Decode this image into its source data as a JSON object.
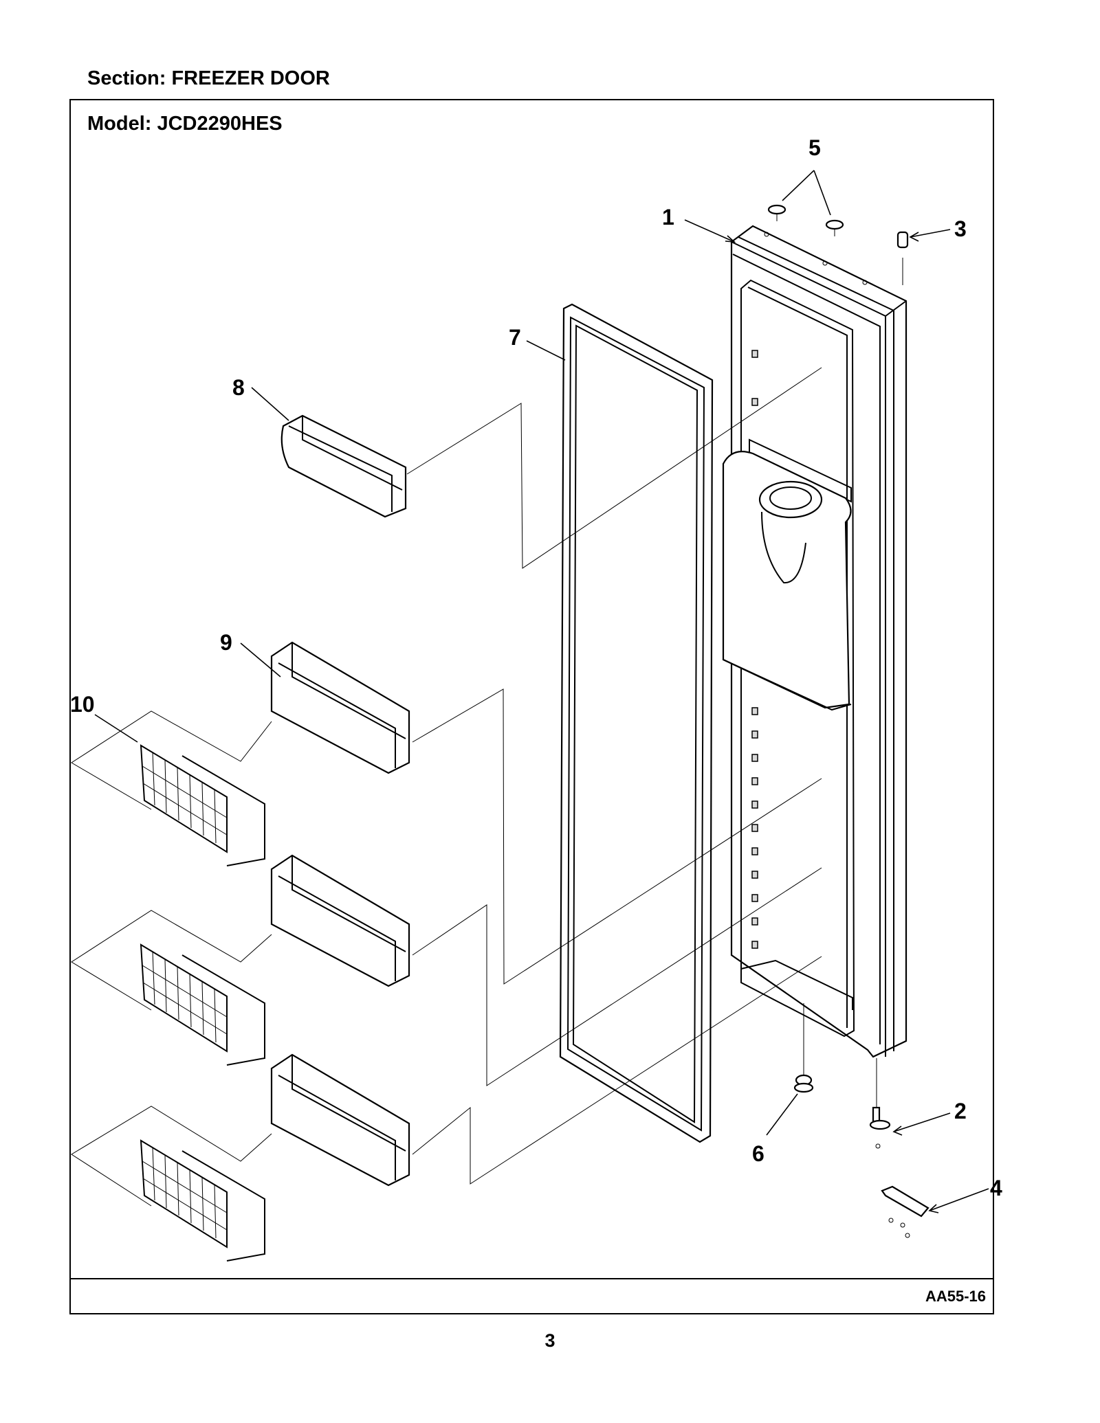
{
  "section_label": "Section:  FREEZER DOOR",
  "model_label": "Model:  JCD2290HES",
  "diagram_code": "AA55-16",
  "page_number": "3",
  "callouts": [
    "1",
    "2",
    "3",
    "4",
    "5",
    "6",
    "7",
    "8",
    "9",
    "10"
  ]
}
